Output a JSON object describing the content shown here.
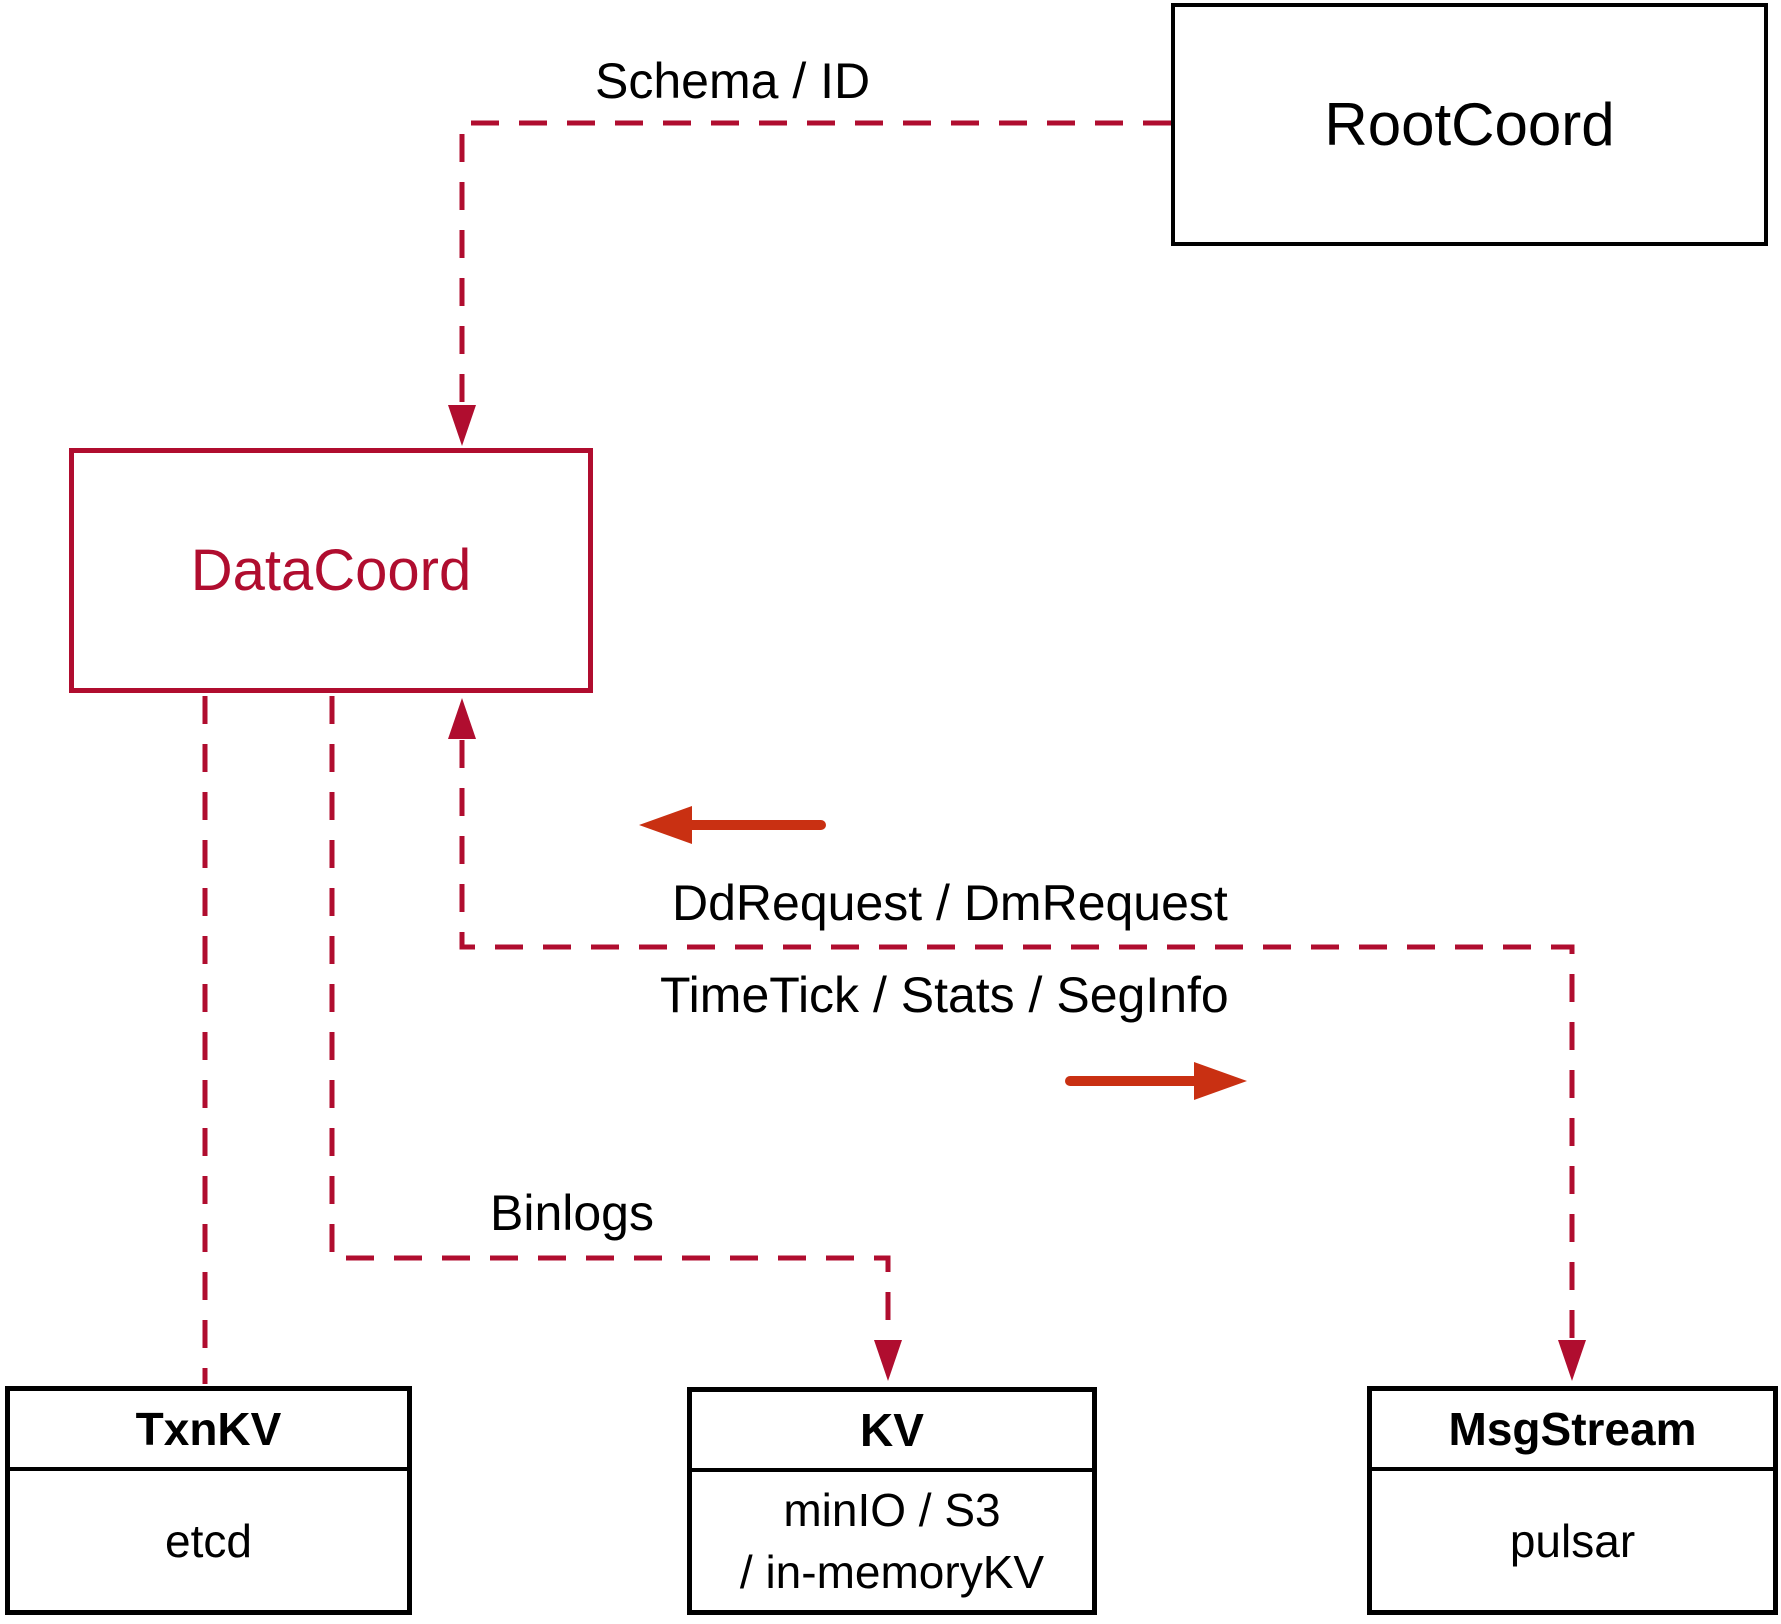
{
  "nodes": {
    "root_coord": {
      "label": "RootCoord"
    },
    "data_coord": {
      "label": "DataCoord"
    },
    "txn_kv": {
      "title": "TxnKV",
      "body": "etcd"
    },
    "kv": {
      "title": "KV",
      "body": [
        "minIO / S3",
        "/ in-memoryKV"
      ]
    },
    "msg_stream": {
      "title": "MsgStream",
      "body": "pulsar"
    }
  },
  "edges": {
    "schema_id": {
      "label": "Schema / ID"
    },
    "dd_dm": {
      "label": "DdRequest / DmRequest"
    },
    "timetick": {
      "label": "TimeTick / Stats / SegInfo"
    },
    "binlogs": {
      "label": "Binlogs"
    }
  },
  "colors": {
    "dashed_line": "#b00d2f",
    "solid_arrow": "#c93012",
    "box_border": "#000000",
    "text": "#000000",
    "background": "#ffffff"
  }
}
